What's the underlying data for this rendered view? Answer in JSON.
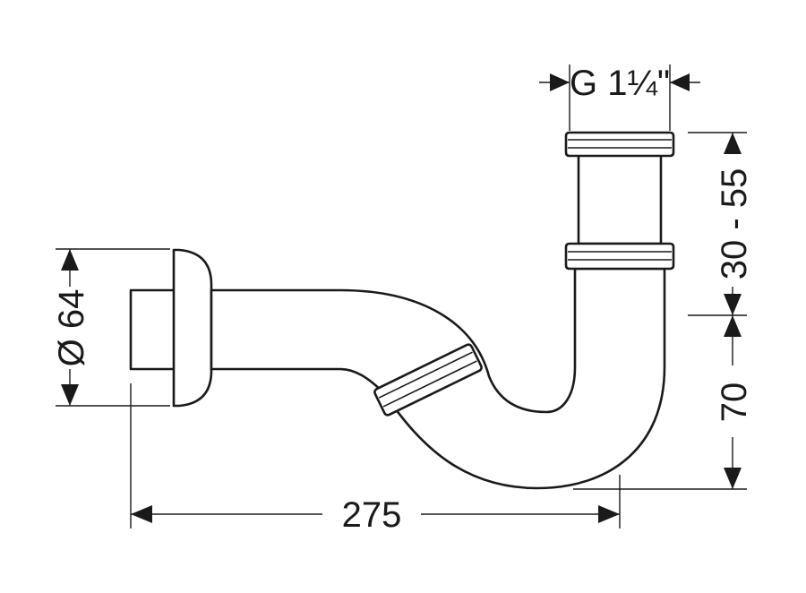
{
  "dimensions": {
    "thread": "G 1¼\"",
    "diameter": "Ø 64",
    "width": "275",
    "height_adjust": "30 - 55",
    "height_base": "70"
  },
  "colors": {
    "line": "#1a1a1a",
    "background": "#ffffff"
  }
}
